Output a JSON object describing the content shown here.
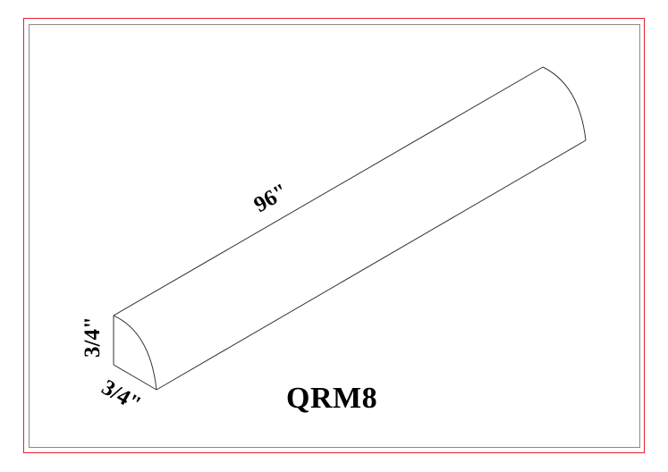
{
  "drawing": {
    "part_number": "QRM8",
    "description_shape": "quarter-round-molding",
    "dimensions": {
      "length": "96\"",
      "height": "3/4\"",
      "width": "3/4\""
    },
    "colors": {
      "outer_border": "#e8202a",
      "inner_border": "#8a8a8a",
      "linework": "#333333",
      "text": "#000000"
    }
  }
}
